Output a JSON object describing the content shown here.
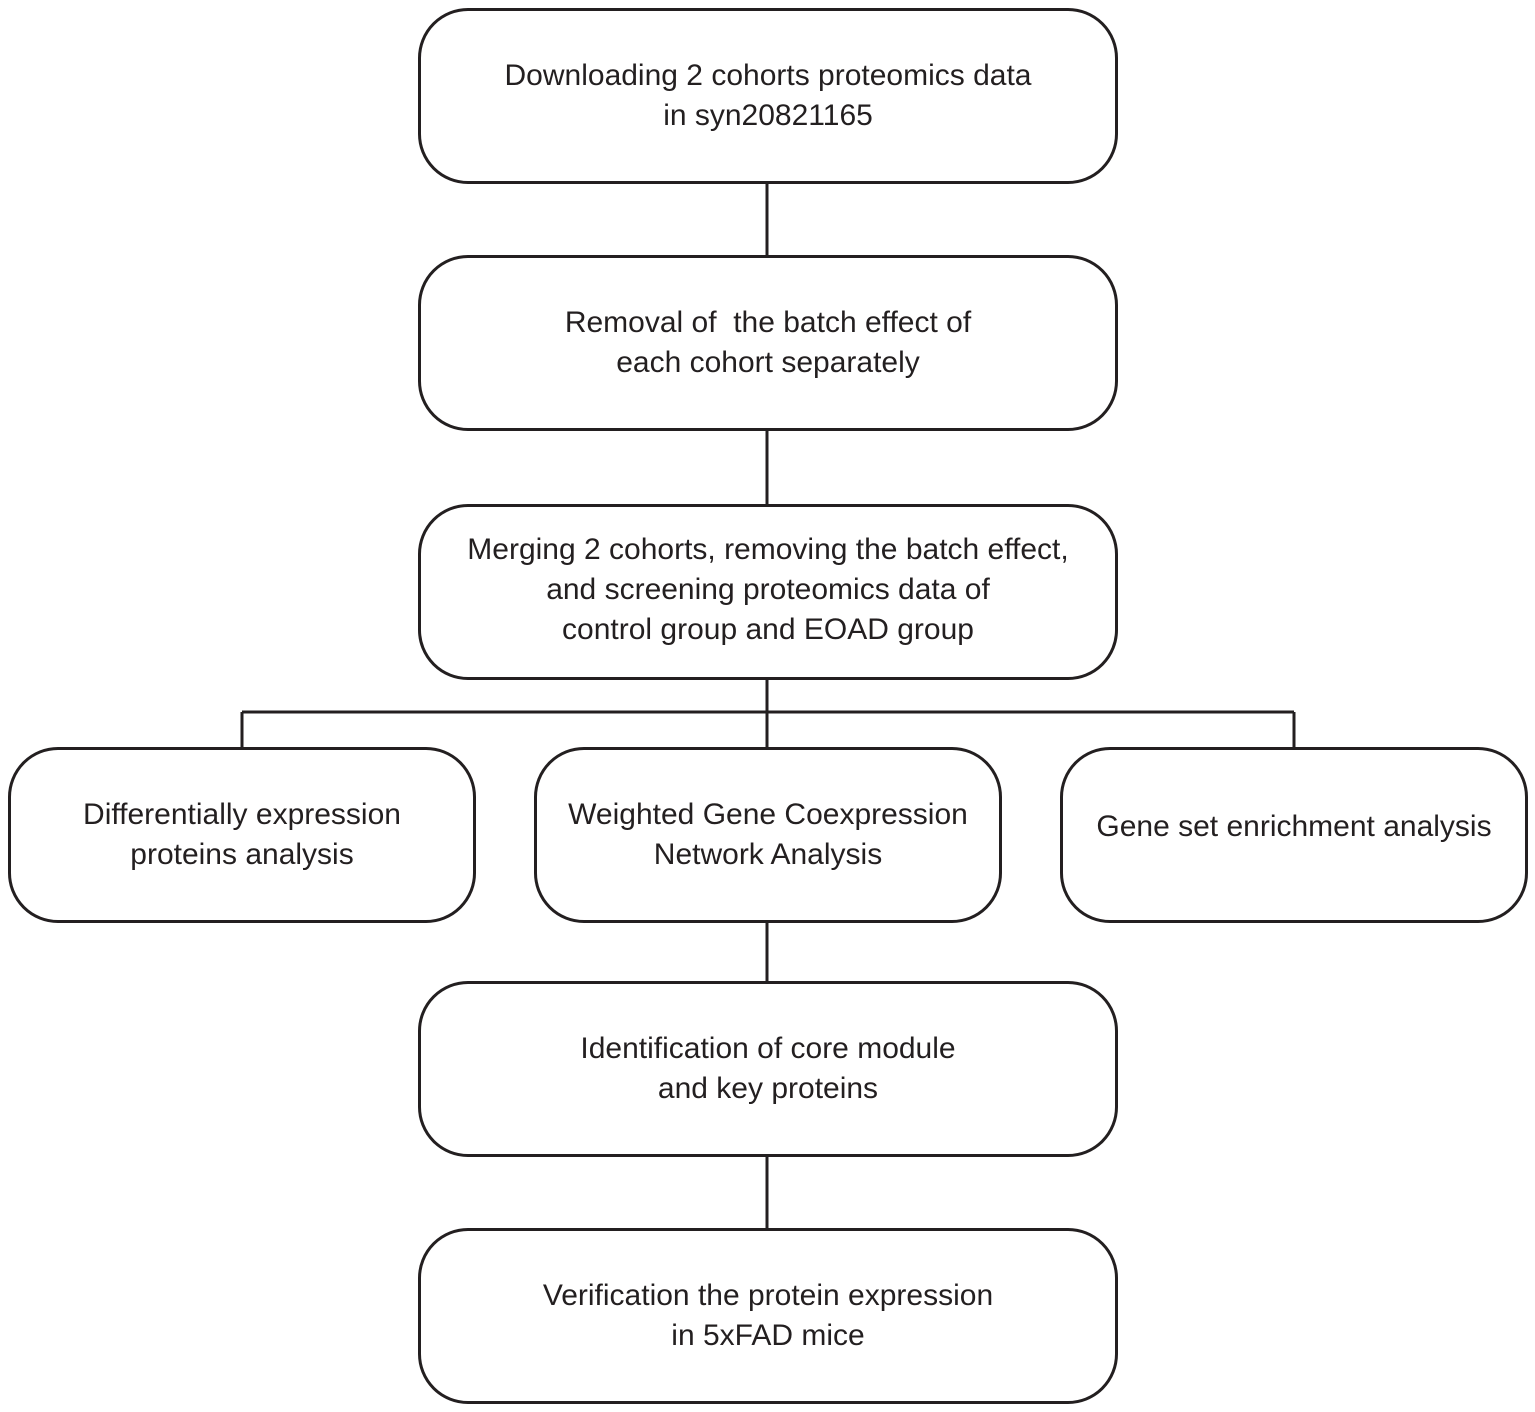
{
  "flowchart": {
    "download": {
      "line1": "Downloading 2 cohorts proteomics data",
      "line2": "in syn20821165"
    },
    "removal": {
      "line1": "Removal of  the batch effect of",
      "line2": "each cohort separately"
    },
    "merging": {
      "line1": "Merging 2 cohorts, removing the batch effect,",
      "line2": "and screening proteomics data of",
      "line3": "control group and EOAD group"
    },
    "differential": {
      "line1": "Differentially expression",
      "line2": "proteins analysis"
    },
    "wgcna": {
      "line1": "Weighted Gene Coexpression",
      "line2": "Network Analysis"
    },
    "gsea": {
      "line1": "Gene set enrichment analysis"
    },
    "identification": {
      "line1": "Identification of core module",
      "line2": "and key proteins"
    },
    "verification": {
      "line1": "Verification the protein expression",
      "line2": "in 5xFAD mice"
    }
  },
  "colors": {
    "stroke": "#231f20",
    "background": "#ffffff"
  }
}
